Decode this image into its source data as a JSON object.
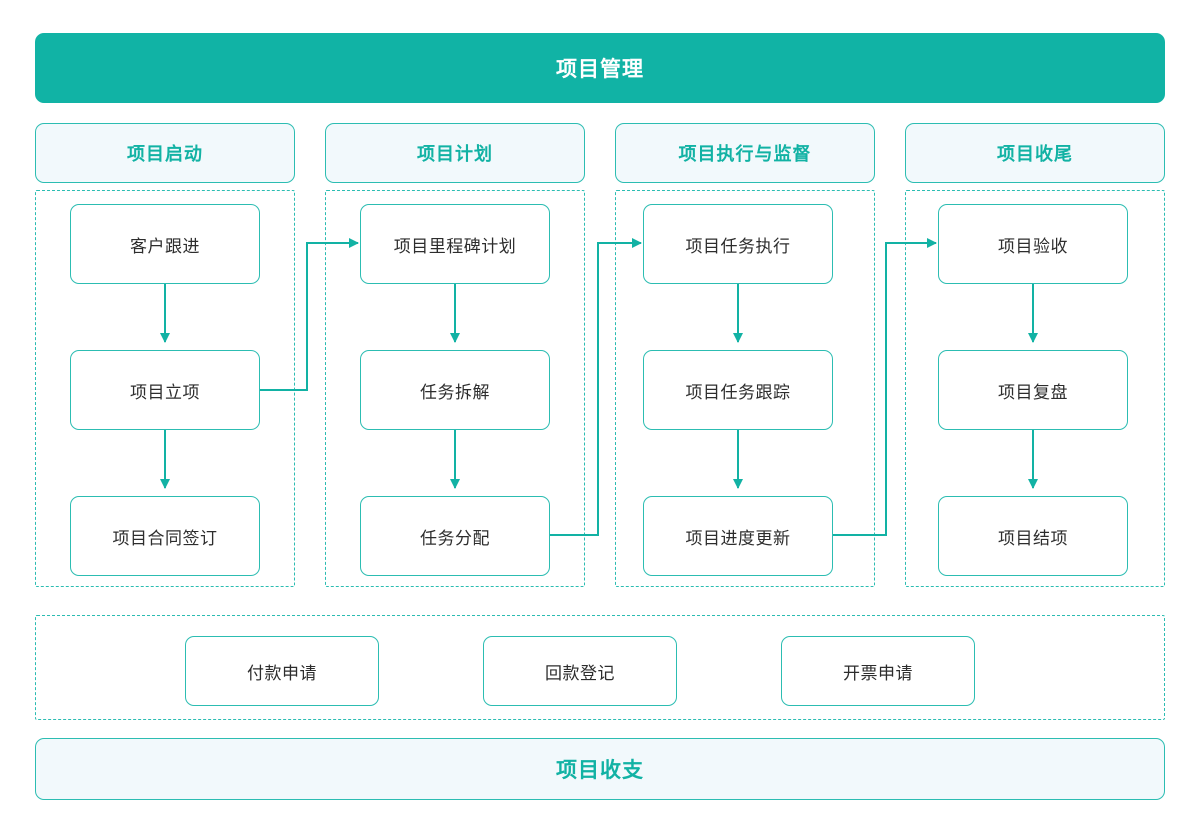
{
  "title_banner": {
    "label": "项目管理"
  },
  "footer_banner": {
    "label": "项目收支"
  },
  "phases": [
    {
      "id": "initiation",
      "label": "项目启动"
    },
    {
      "id": "planning",
      "label": "项目计划"
    },
    {
      "id": "execution",
      "label": "项目执行与监督"
    },
    {
      "id": "closing",
      "label": "项目收尾"
    }
  ],
  "lanes": [
    {
      "phase": "项目启动",
      "nodes": [
        "客户跟进",
        "项目立项",
        "项目合同签订"
      ]
    },
    {
      "phase": "项目计划",
      "nodes": [
        "项目里程碑计划",
        "任务拆解",
        "任务分配"
      ]
    },
    {
      "phase": "项目执行与监督",
      "nodes": [
        "项目任务执行",
        "项目任务跟踪",
        "项目进度更新"
      ]
    },
    {
      "phase": "项目收尾",
      "nodes": [
        "项目验收",
        "项目复盘",
        "项目结项"
      ]
    }
  ],
  "finance_nodes": [
    {
      "label": "付款申请"
    },
    {
      "label": "回款登记"
    },
    {
      "label": "开票申请"
    }
  ],
  "colors": {
    "banner_fill": "#11b3a5",
    "banner_text": "#ffffff",
    "accent": "#2cbdb2",
    "accent_text": "#12b2a4",
    "header_fill": "#f2f9fc",
    "node_fill": "#ffffff",
    "node_text": "#2d2d2d",
    "page_background": "#ffffff"
  },
  "flow": {
    "vertical_links": [
      "客户跟进 → 项目立项",
      "项目立项 → 项目合同签订",
      "项目里程碑计划 → 任务拆解",
      "任务拆解 → 任务分配",
      "项目任务执行 → 项目任务跟踪",
      "项目任务跟踪 → 项目进度更新",
      "项目验收 → 项目复盘",
      "项目复盘 → 项目结项"
    ],
    "cross_lane_links": [
      "项目立项 → 项目里程碑计划",
      "任务分配 → 项目任务执行",
      "项目进度更新 → 项目验收"
    ]
  }
}
